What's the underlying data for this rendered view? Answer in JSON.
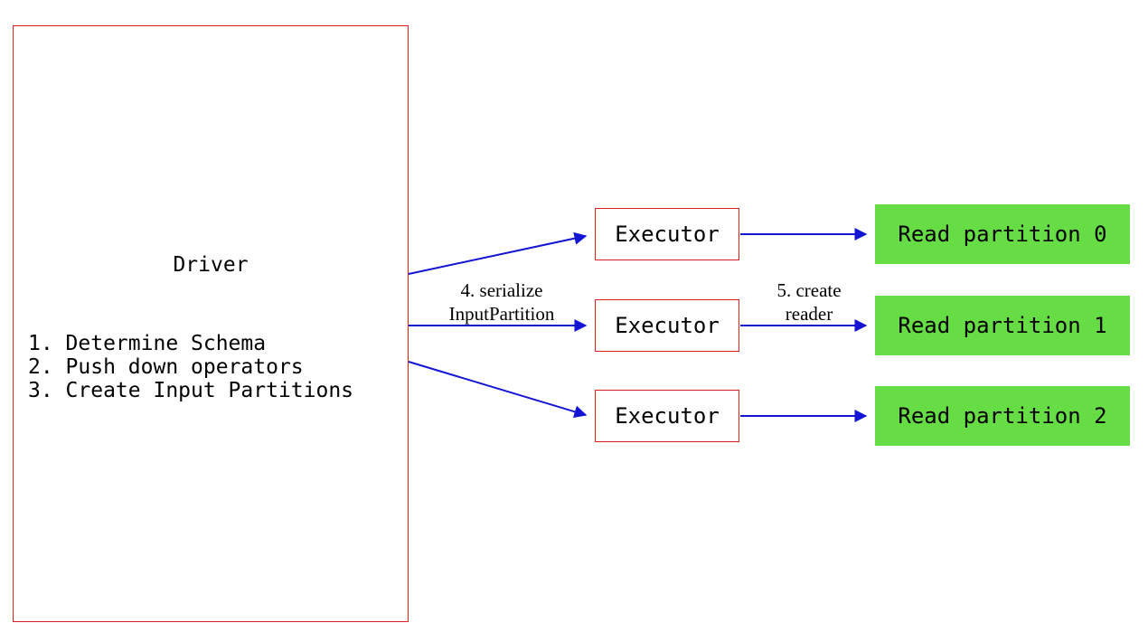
{
  "diagram": {
    "driver": {
      "title": "Driver",
      "steps": [
        "1. Determine Schema",
        "2. Push down operators",
        "3. Create Input Partitions"
      ]
    },
    "executors": [
      {
        "label": "Executor"
      },
      {
        "label": "Executor"
      },
      {
        "label": "Executor"
      }
    ],
    "partitions": [
      {
        "label": "Read partition 0"
      },
      {
        "label": "Read partition 1"
      },
      {
        "label": "Read partition 2"
      }
    ],
    "edge_labels": {
      "serialize": {
        "line1": "4. serialize",
        "line2": "InputPartition"
      },
      "create_reader": {
        "line1": "5. create",
        "line2": "reader"
      }
    },
    "colors": {
      "box_border": "#e02020",
      "partition_fill": "#66dd44",
      "arrow": "#1414d4",
      "text": "#000000"
    }
  }
}
